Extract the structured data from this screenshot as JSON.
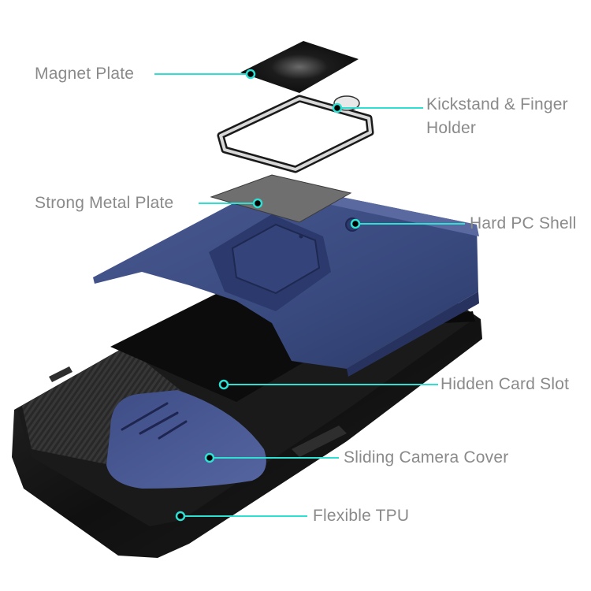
{
  "diagram": {
    "type": "exploded-product-callout",
    "subject": "phone case",
    "colors": {
      "leader_line": "#2fe0d2",
      "label_text": "#8a8a8a",
      "shell_blue": "#3a4a7e",
      "tpu_black": "#151515",
      "background": "#ffffff"
    },
    "callouts": [
      {
        "id": "magnet-plate",
        "label": "Magnet Plate",
        "side": "left"
      },
      {
        "id": "kickstand",
        "label": "Kickstand & Finger",
        "label_line2": "Holder",
        "side": "right"
      },
      {
        "id": "metal-plate",
        "label": "Strong Metal Plate",
        "side": "left"
      },
      {
        "id": "pc-shell",
        "label": "Hard PC Shell",
        "side": "right"
      },
      {
        "id": "card-slot",
        "label": "Hidden Card Slot",
        "side": "right"
      },
      {
        "id": "camera-cover",
        "label": "Sliding Camera Cover",
        "side": "right"
      },
      {
        "id": "tpu",
        "label": "Flexible TPU",
        "side": "right"
      }
    ]
  }
}
